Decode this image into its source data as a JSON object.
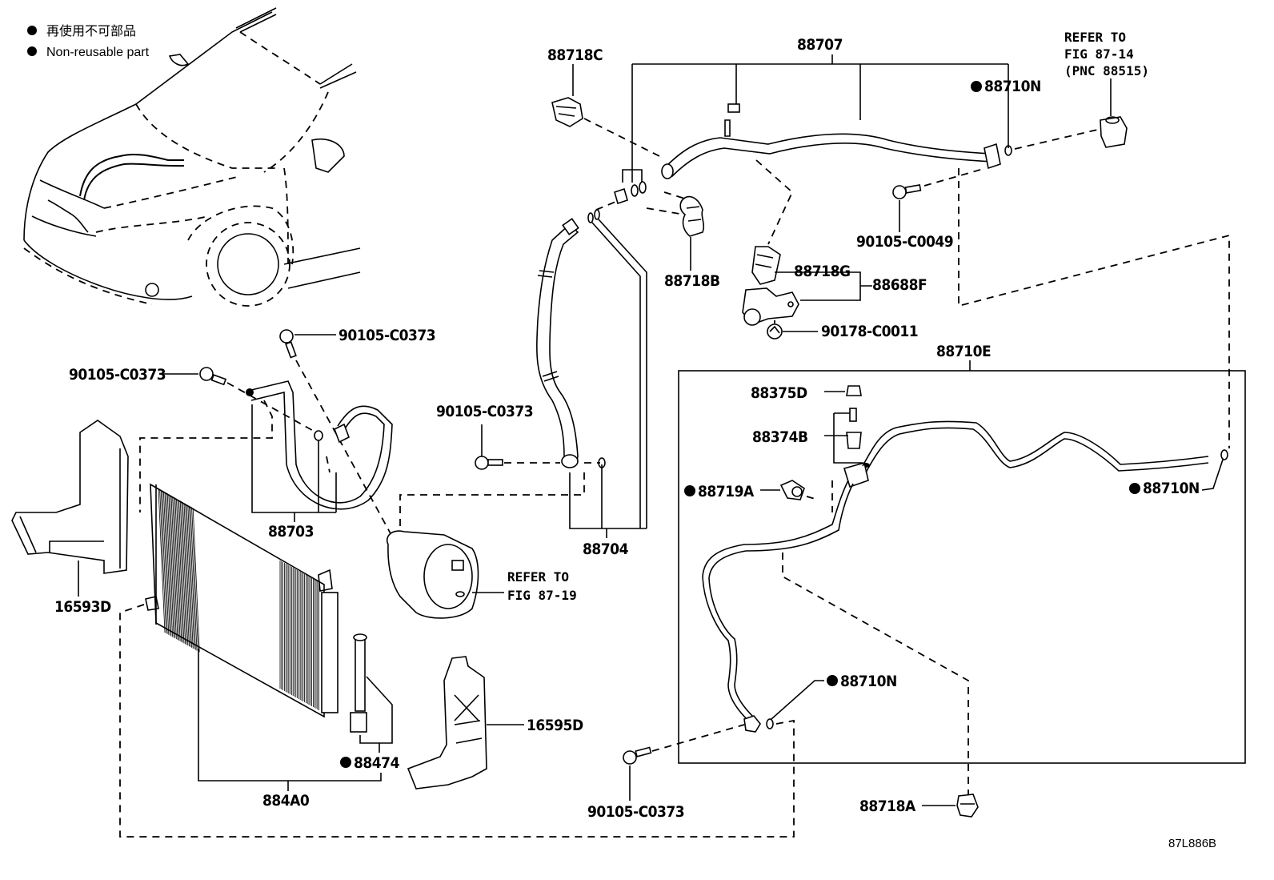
{
  "legend": {
    "marker": "●",
    "line_ja": "再使用不可部品",
    "line_en": "Non-reusable part"
  },
  "figure_id": "87L886B",
  "labels": {
    "p88718C": "88718C",
    "p88707": "88707",
    "refer_fig_87_14_l1": "REFER TO",
    "refer_fig_87_14_l2": "FIG 87-14",
    "refer_fig_87_14_l3": "(PNC 88515)",
    "p88710N_top": "88710N",
    "p90105_C0049": "90105-C0049",
    "p88718B": "88718B",
    "p88718G": "88718G",
    "p88688F": "88688F",
    "p90178_C0011": "90178-C0011",
    "p88710E": "88710E",
    "p88375D": "88375D",
    "p88374B": "88374B",
    "p88719A": "88719A",
    "p88710N_right": "88710N",
    "p88710N_bottom": "88710N",
    "p88718A": "88718A",
    "p90105_C0373_bottom": "90105-C0373",
    "p90105_C0373_top": "90105-C0373",
    "p90105_C0373_left": "90105-C0373",
    "p90105_C0373_mid": "90105-C0373",
    "p88703": "88703",
    "p88704": "88704",
    "refer_fig_87_19_l1": "REFER TO",
    "refer_fig_87_19_l2": "FIG 87-19",
    "p16593D": "16593D",
    "p16595D": "16595D",
    "p88474": "88474",
    "p884A0": "884A0"
  },
  "non_reusable_parts": [
    "88710N",
    "88719A",
    "88474"
  ]
}
